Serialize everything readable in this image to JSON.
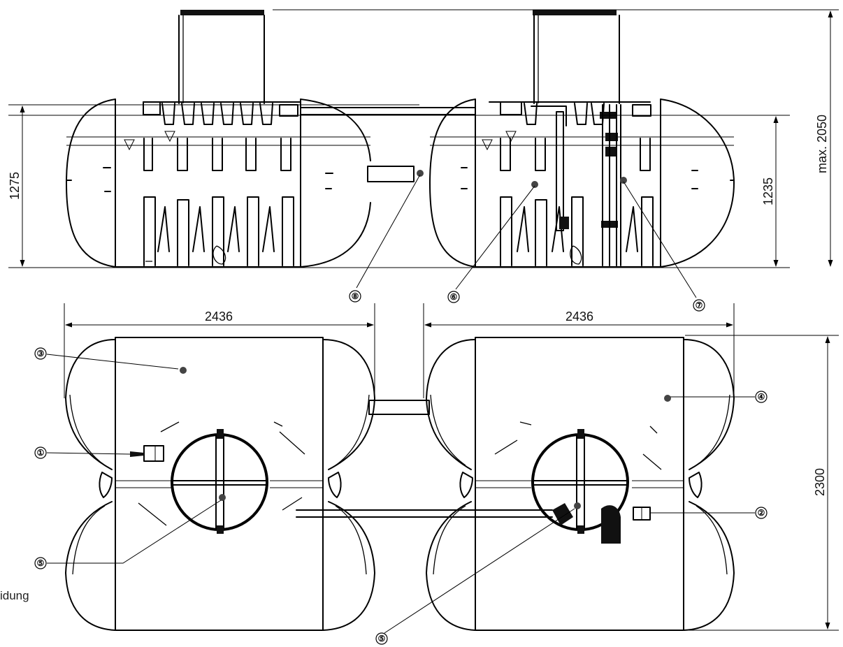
{
  "dimensions": {
    "height_left": "1275",
    "height_right": "1235",
    "total_height": "max. 2050",
    "width_left": "2436",
    "width_right": "2436",
    "depth": "2300"
  },
  "callouts": [
    "①",
    "②",
    "③",
    "④",
    "⑤",
    "⑥",
    "⑦",
    "⑧"
  ],
  "side_text": "idung"
}
